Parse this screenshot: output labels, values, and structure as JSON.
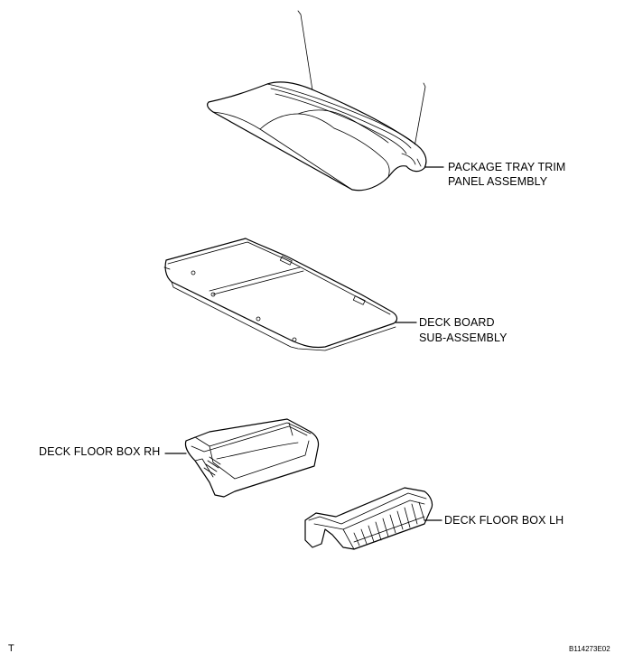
{
  "labels": {
    "package_tray_line1": "PACKAGE TRAY TRIM",
    "package_tray_line2": "PANEL ASSEMBLY",
    "deck_board_line1": "DECK BOARD",
    "deck_board_line2": "SUB-ASSEMBLY",
    "deck_floor_box_rh": "DECK FLOOR BOX RH",
    "deck_floor_box_lh": "DECK FLOOR BOX LH"
  },
  "footer": {
    "left_mark": "T",
    "figure_code": "B114273E02"
  }
}
